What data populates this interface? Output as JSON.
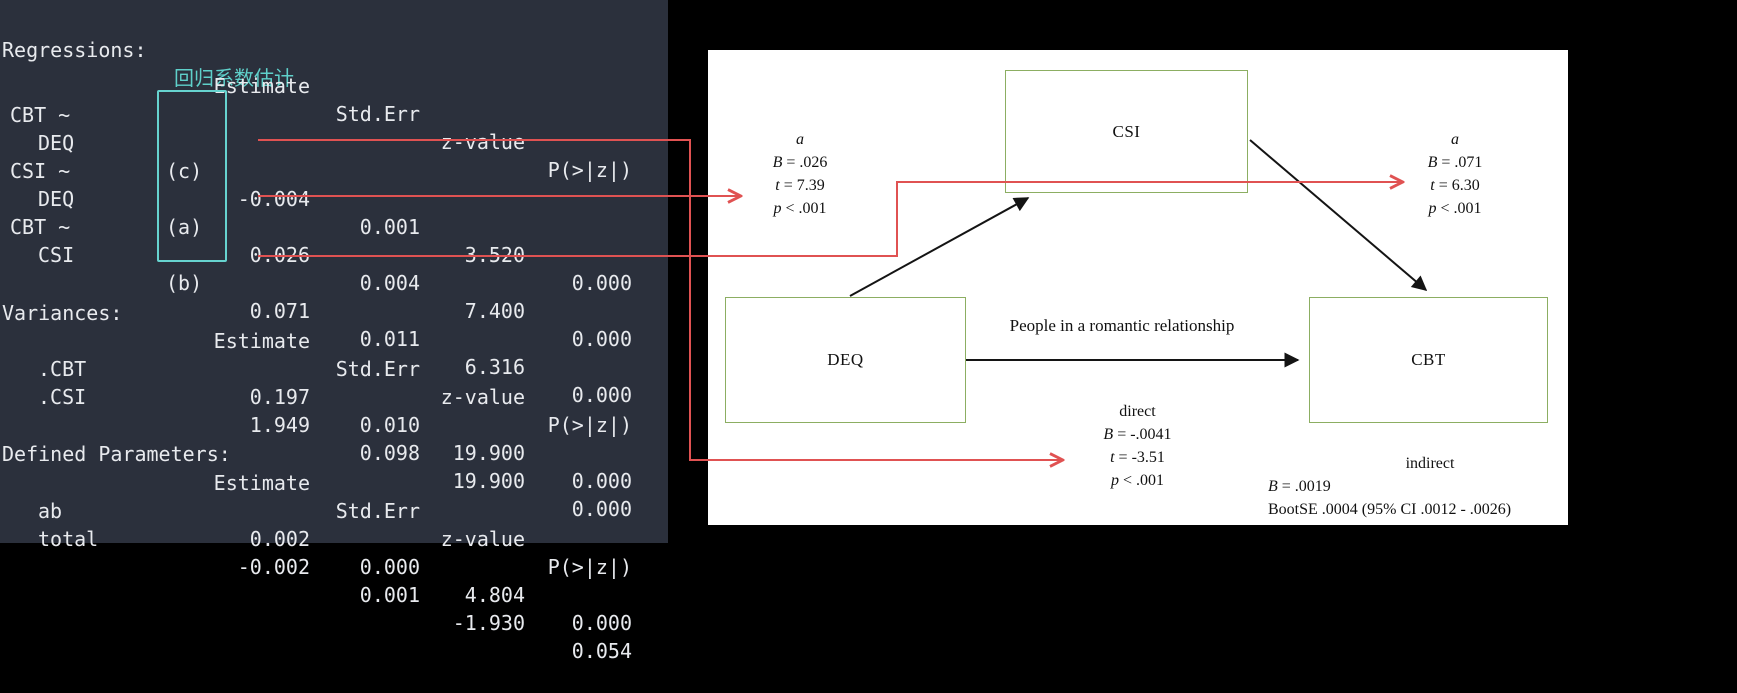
{
  "colors": {
    "console_bg": "#2b303c",
    "console_text": "#e8eaee",
    "annotation_teal": "#5fd0ca",
    "connector_red": "#e05252",
    "diagram_green": "#8cae62",
    "arrow_black": "#141414"
  },
  "terminal": {
    "headers": {
      "estimate": "Estimate",
      "std_err": "Std.Err",
      "z_value": "z-value",
      "p": "P(>|z|)"
    },
    "regressions": {
      "title": "Regressions:",
      "annotation": "回归系数估计",
      "rows": [
        {
          "group": "CBT ~",
          "var": "DEQ",
          "tag": "(c)",
          "estimate": "-0.004",
          "std_err": "0.001",
          "z_value": "-3.520",
          "p": "0.000"
        },
        {
          "group": "CSI ~",
          "var": "DEQ",
          "tag": "(a)",
          "estimate": "0.026",
          "std_err": "0.004",
          "z_value": "7.400",
          "p": "0.000"
        },
        {
          "group": "CBT ~",
          "var": "CSI",
          "tag": "(b)",
          "estimate": "0.071",
          "std_err": "0.011",
          "z_value": "6.316",
          "p": "0.000"
        }
      ]
    },
    "variances": {
      "title": "Variances:",
      "rows": [
        {
          "var": ".CBT",
          "estimate": "0.197",
          "std_err": "0.010",
          "z_value": "19.900",
          "p": "0.000"
        },
        {
          "var": ".CSI",
          "estimate": "1.949",
          "std_err": "0.098",
          "z_value": "19.900",
          "p": "0.000"
        }
      ]
    },
    "defined_parameters": {
      "title": "Defined Parameters:",
      "rows": [
        {
          "var": "ab",
          "estimate": "0.002",
          "std_err": "0.000",
          "z_value": "4.804",
          "p": "0.000"
        },
        {
          "var": "total",
          "estimate": "-0.002",
          "std_err": "0.001",
          "z_value": "-1.930",
          "p": "0.054"
        }
      ]
    }
  },
  "diagram": {
    "boxes": {
      "mediator": "CSI",
      "predictor": "DEQ",
      "outcome": "CBT"
    },
    "center_note": "People in a romantic relationship",
    "path_a": {
      "label": "a",
      "stats": [
        {
          "k": "B",
          "v": " = .026"
        },
        {
          "k": "t",
          "v": " = 7.39"
        },
        {
          "k": "p",
          "v": " < .001"
        }
      ]
    },
    "path_b": {
      "label": "a",
      "stats": [
        {
          "k": "B",
          "v": " = .071"
        },
        {
          "k": "t",
          "v": " = 6.30"
        },
        {
          "k": "p",
          "v": " < .001"
        }
      ]
    },
    "direct": {
      "label": "direct",
      "stats": [
        {
          "k": "B",
          "v": " = -.0041"
        },
        {
          "k": "t",
          "v": " = -3.51"
        },
        {
          "k": "p",
          "v": " < .001"
        }
      ]
    },
    "indirect": {
      "label": "indirect",
      "b_sym": "B",
      "b_val": " = .0019",
      "boot": "BootSE .0004 (95% CI .0012 - .0026)"
    }
  }
}
